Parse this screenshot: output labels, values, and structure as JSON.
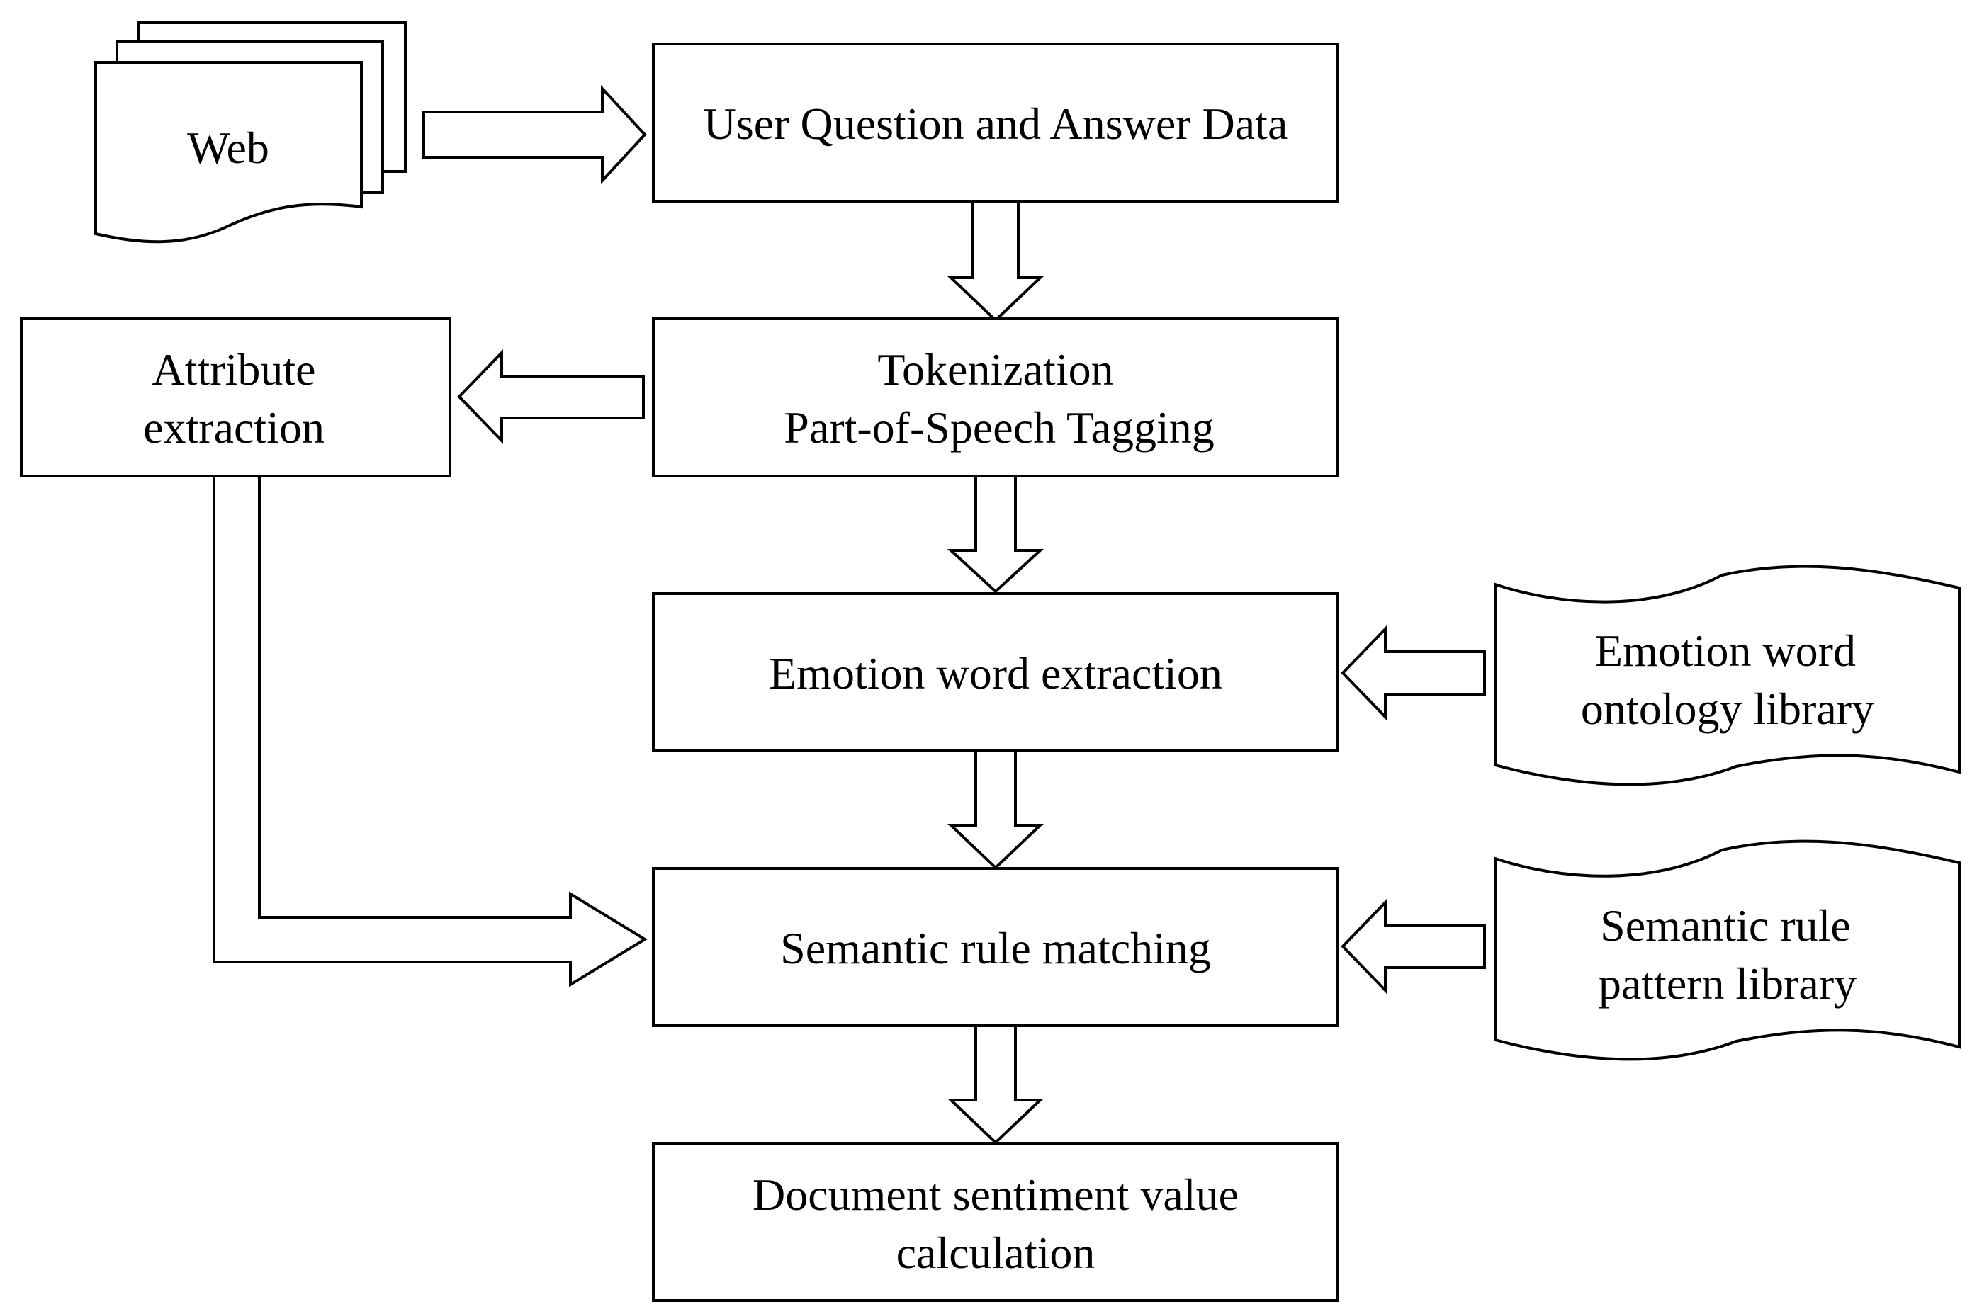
{
  "colors": {
    "stroke": "#000000",
    "fill": "#ffffff"
  },
  "nodes": {
    "web": {
      "label": "Web"
    },
    "qa_data": {
      "label": "User Question and Answer Data"
    },
    "tokenization": {
      "line1": "Tokenization",
      "line2": "Part-of-Speech Tagging"
    },
    "attribute": {
      "line1": "Attribute",
      "line2": "extraction"
    },
    "emotion_extraction": {
      "label": "Emotion word extraction"
    },
    "emotion_library": {
      "line1": "Emotion word",
      "line2": "ontology library"
    },
    "semantic_matching": {
      "label": "Semantic rule matching"
    },
    "semantic_library": {
      "line1": "Semantic rule",
      "line2": "pattern library"
    },
    "document_sentiment": {
      "line1": "Document sentiment value",
      "line2": "calculation"
    }
  }
}
